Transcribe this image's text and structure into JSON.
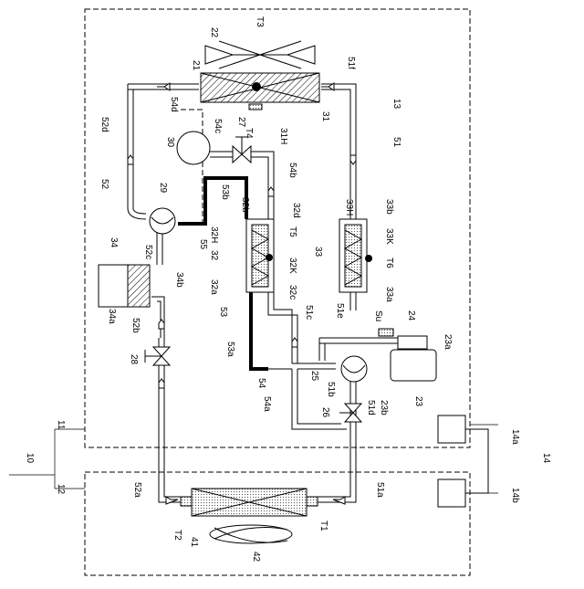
{
  "labels": {
    "l22": "22",
    "lT3": "T3",
    "l21": "21",
    "l51f": "51f",
    "l13": "13",
    "l54d": "54d",
    "l27": "27",
    "l54c": "54c",
    "l30": "30",
    "lT4": "T4",
    "l31H": "31H",
    "l31": "31",
    "l51": "51",
    "l52d": "52d",
    "l52": "52",
    "l29": "29",
    "l54b": "54b",
    "l53b": "53b",
    "l32b": "32b",
    "l32d": "32d",
    "l33H": "33H",
    "l33b": "33b",
    "l32H": "32H",
    "lT5": "T5",
    "l33K": "33K",
    "l33": "33",
    "l32": "32",
    "l34": "34",
    "l52c": "52c",
    "l55": "55",
    "l32K": "32K",
    "lT6": "T6",
    "l32a": "32a",
    "l34b": "34b",
    "l32c": "32c",
    "l33a": "33a",
    "l34a": "34a",
    "l51c": "51c",
    "l51e": "51e",
    "lSu": "Su",
    "l24": "24",
    "l52b": "52b",
    "l53": "53",
    "l23a": "23a",
    "l28": "28",
    "l53a": "53a",
    "l25": "25",
    "l54": "54",
    "l51b": "51b",
    "l54a": "54a",
    "l26": "26",
    "l51d": "51d",
    "l23b": "23b",
    "l23": "23",
    "l14a": "14a",
    "l10": "10",
    "l11": "11",
    "l14": "14",
    "l12": "12",
    "l52a": "52a",
    "l51a": "51a",
    "l14b": "14b",
    "lT1": "T1",
    "lT2": "T2",
    "l41": "41",
    "l42": "42"
  },
  "colors": {
    "line": "#000000",
    "pipe_fill": "#ffffff",
    "pattern": "#555555"
  }
}
